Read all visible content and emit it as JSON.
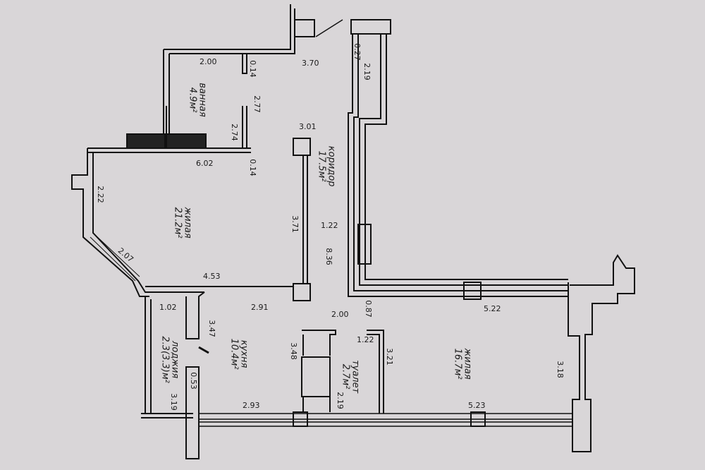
{
  "rooms": {
    "bathroom": {
      "name": "ванная",
      "area": "4.9м²"
    },
    "corridor": {
      "name": "коридор",
      "area": "17.5м²"
    },
    "living1": {
      "name": "жилая",
      "area": "21.2м²"
    },
    "kitchen": {
      "name": "кухня",
      "area": "10.4м²"
    },
    "loggia": {
      "name": "лоджия",
      "area": "2.3(3.3)м²"
    },
    "toilet": {
      "name": "туалет",
      "area": "2.7м²"
    },
    "living2": {
      "name": "жилая",
      "area": "16.7м²"
    }
  },
  "dims": {
    "d_2_00_top": "2.00",
    "d_0_14_a": "0.14",
    "d_3_70": "3.70",
    "d_0_27": "0.27",
    "d_2_19_right": "2.19",
    "d_2_77": "2.77",
    "d_2_74": "2.74",
    "d_3_01": "3.01",
    "d_6_02": "6.02",
    "d_0_14_b": "0.14",
    "d_2_22": "2.22",
    "d_3_71": "3.71",
    "d_1_22_a": "1.22",
    "d_2_07": "2.07",
    "d_8_36": "8.36",
    "d_4_53": "4.53",
    "d_1_02": "1.02",
    "d_2_91": "2.91",
    "d_2_00_mid": "2.00",
    "d_0_87": "0.87",
    "d_5_22": "5.22",
    "d_3_47": "3.47",
    "d_1_22_b": "1.22",
    "d_3_48": "3.48",
    "d_3_21": "3.21",
    "d_0_53": "0.53",
    "d_3_18": "3.18",
    "d_2_19_bottom": "2.19",
    "d_3_19": "3.19",
    "d_2_93": "2.93",
    "d_5_23": "5.23"
  }
}
